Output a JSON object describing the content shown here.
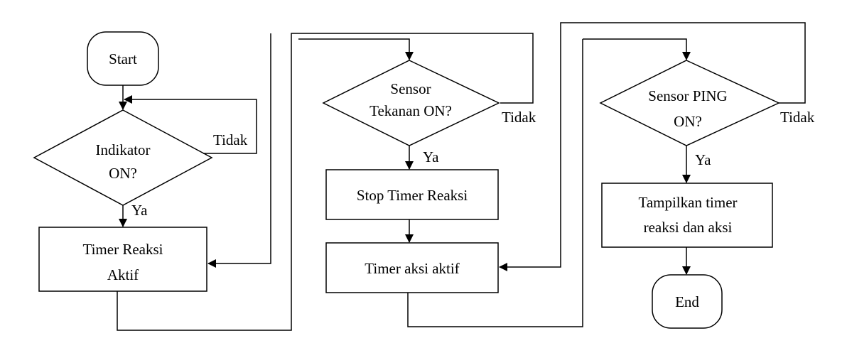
{
  "nodes": {
    "start": "Start",
    "indikator": [
      "Indikator",
      "ON?"
    ],
    "timer_reaksi": [
      "Timer Reaksi",
      "Aktif"
    ],
    "sensor_tekanan": [
      "Sensor",
      "Tekanan ON?"
    ],
    "stop_timer": "Stop Timer Reaksi",
    "timer_aksi": "Timer aksi aktif",
    "sensor_ping": [
      "Sensor PING",
      "ON?"
    ],
    "tampilkan": [
      "Tampilkan timer",
      "reaksi dan aksi"
    ],
    "end": "End"
  },
  "edges": {
    "tidak": "Tidak",
    "ya": "Ya"
  }
}
